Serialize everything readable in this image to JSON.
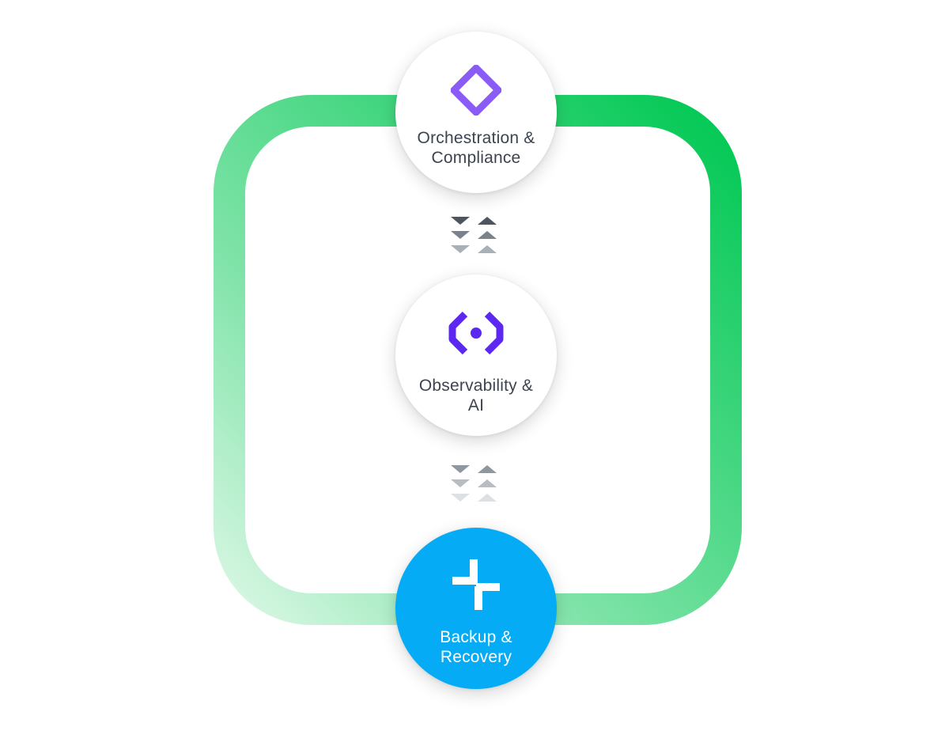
{
  "diagram": {
    "loop": {
      "gradient_start": "#d7f6e2",
      "gradient_end": "#00c853"
    },
    "nodes": [
      {
        "id": "orchestration",
        "icon": "rounded-diamond-icon",
        "icon_color": "#8a5cf5",
        "background": "#ffffff",
        "label_line1": "Orchestration &",
        "label_line2": "Compliance"
      },
      {
        "id": "observability",
        "icon": "bracket-dot-icon",
        "icon_color": "#5c27f0",
        "background": "#ffffff",
        "label_line1": "Observability &",
        "label_line2": "AI"
      },
      {
        "id": "backup",
        "icon": "offset-plus-icon",
        "icon_color": "#ffffff",
        "background": "#05acf5",
        "label_line1": "Backup &",
        "label_line2": "Recovery"
      }
    ],
    "connectors": [
      {
        "between": "orchestration-observability",
        "icon": "bidirectional-chevron-arrows-icon"
      },
      {
        "between": "observability-backup",
        "icon": "bidirectional-chevron-arrows-icon"
      }
    ]
  }
}
